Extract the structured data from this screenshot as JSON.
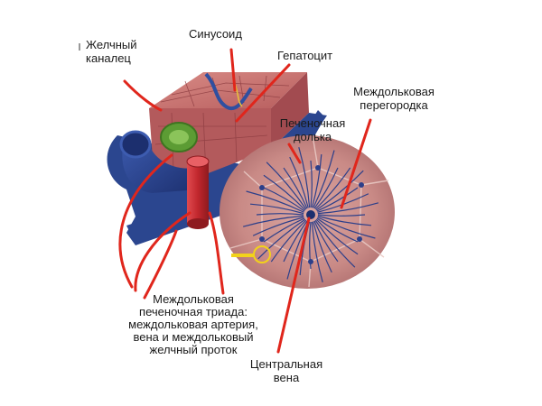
{
  "labels": {
    "bile_canaliculus": "Желчный\nканалец",
    "sinusoid": "Синусоид",
    "hepatocyte": "Гепатоцит",
    "interlobular_septum": "Междольковая\nперегородка",
    "hepatic_lobule": "Печеночная\nдолька",
    "portal_triad": "Междольковая\nпеченочная триада:\nмеждольковая артерия,\nвена и междольковый\nжелчный проток",
    "central_vein": "Центральная\nвена"
  },
  "colors": {
    "leader_line": "#e0261c",
    "hepatocyte_tissue": "#c86a6a",
    "lobule_tissue": "#c98a86",
    "vein_blue": "#25408c",
    "artery_red": "#c1272d",
    "bile_duct_green": "#5c9c34",
    "triad_highlight": "#f2d21a"
  }
}
